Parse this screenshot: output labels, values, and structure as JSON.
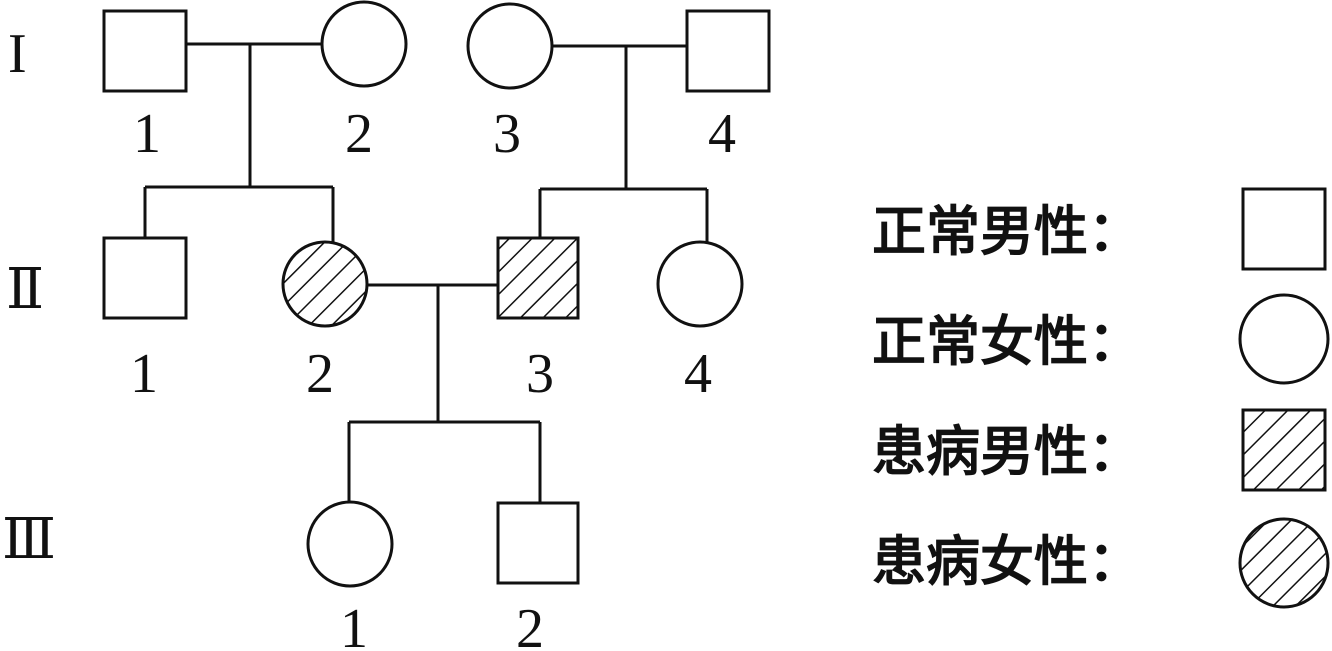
{
  "generations": [
    {
      "id": "I",
      "label": "I"
    },
    {
      "id": "II",
      "label": "Ⅱ"
    },
    {
      "id": "III",
      "label": "Ⅲ"
    }
  ],
  "individuals": [
    {
      "id": "I-1",
      "generation": "I",
      "number": "1",
      "sex": "male",
      "affected": false
    },
    {
      "id": "I-2",
      "generation": "I",
      "number": "2",
      "sex": "female",
      "affected": false
    },
    {
      "id": "I-3",
      "generation": "I",
      "number": "3",
      "sex": "female",
      "affected": false
    },
    {
      "id": "I-4",
      "generation": "I",
      "number": "4",
      "sex": "male",
      "affected": false
    },
    {
      "id": "II-1",
      "generation": "II",
      "number": "1",
      "sex": "male",
      "affected": false
    },
    {
      "id": "II-2",
      "generation": "II",
      "number": "2",
      "sex": "female",
      "affected": true
    },
    {
      "id": "II-3",
      "generation": "II",
      "number": "3",
      "sex": "male",
      "affected": true
    },
    {
      "id": "II-4",
      "generation": "II",
      "number": "4",
      "sex": "female",
      "affected": false
    },
    {
      "id": "III-1",
      "generation": "III",
      "number": "1",
      "sex": "female",
      "affected": false
    },
    {
      "id": "III-2",
      "generation": "III",
      "number": "2",
      "sex": "male",
      "affected": false
    }
  ],
  "couples": [
    {
      "partners": [
        "I-1",
        "I-2"
      ],
      "children": [
        "II-1",
        "II-2"
      ]
    },
    {
      "partners": [
        "I-3",
        "I-4"
      ],
      "children": [
        "II-3",
        "II-4"
      ]
    },
    {
      "partners": [
        "II-2",
        "II-3"
      ],
      "children": [
        "III-1",
        "III-2"
      ]
    }
  ],
  "legend": [
    {
      "label": "正常男性：",
      "sex": "male",
      "affected": false
    },
    {
      "label": "正常女性：",
      "sex": "female",
      "affected": false
    },
    {
      "label": "患病男性：",
      "sex": "male",
      "affected": true
    },
    {
      "label": "患病女性：",
      "sex": "female",
      "affected": true
    }
  ]
}
